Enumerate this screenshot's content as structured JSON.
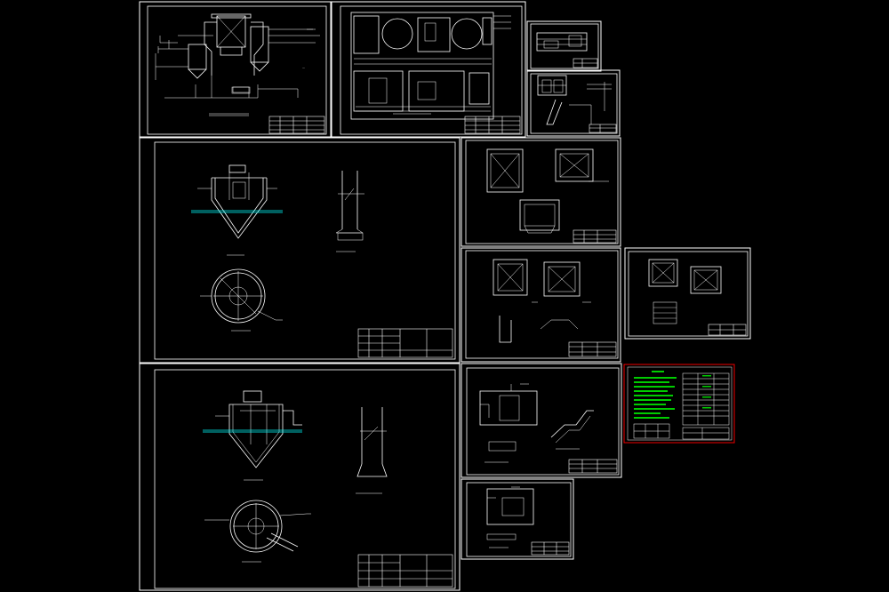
{
  "app": {
    "background_color": "#000000",
    "line_color": "#ffffff",
    "accent_colors": {
      "water_level": "#00ffff",
      "legend_text": "#00cc00",
      "legend_border": "#ee0000"
    }
  },
  "sheets": [
    {
      "id": "process-elevation"
    },
    {
      "id": "plant-layout"
    },
    {
      "id": "small-detail-a"
    },
    {
      "id": "small-detail-b"
    },
    {
      "id": "tank-section-1"
    },
    {
      "id": "structure-plans-a"
    },
    {
      "id": "structure-plans-b"
    },
    {
      "id": "structure-plans-c"
    },
    {
      "id": "legend-sheet"
    },
    {
      "id": "tank-section-2"
    },
    {
      "id": "pipe-detail"
    },
    {
      "id": "pit-detail"
    }
  ]
}
